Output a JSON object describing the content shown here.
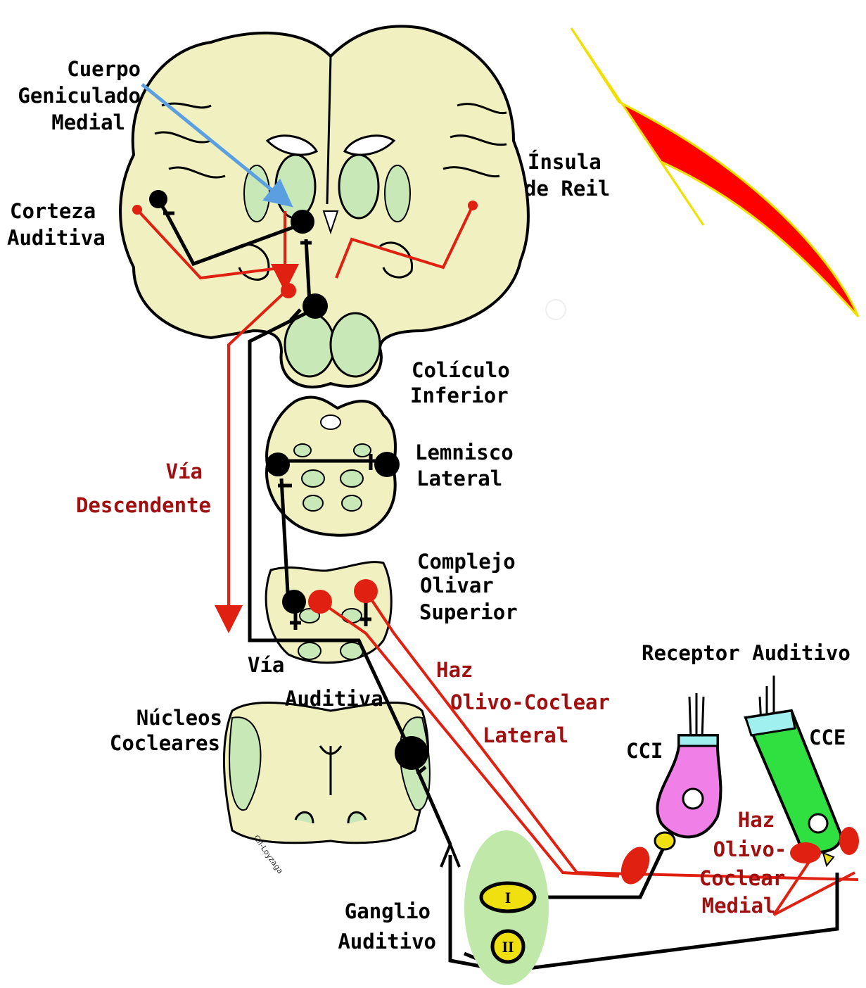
{
  "labels": {
    "cuerpo_geniculado": [
      "Cuerpo",
      "Geniculado",
      "Medial"
    ],
    "corteza_auditiva": [
      "Corteza",
      "Auditiva"
    ],
    "insula": [
      "Ínsula",
      "de Reil"
    ],
    "coliculo": [
      "Colículo",
      "Inferior"
    ],
    "lemnisco": [
      "Lemnisco",
      "Lateral"
    ],
    "via_descendente": [
      "Vía",
      "Descendente"
    ],
    "complejo_olivar": [
      "Complejo",
      "Olivar",
      "Superior"
    ],
    "via_auditiva": [
      "Vía",
      "Auditiva"
    ],
    "haz_lateral": [
      "Haz",
      "Olivo-Coclear",
      "Lateral"
    ],
    "receptor": "Receptor Auditivo",
    "nucleos": [
      "Núcleos",
      "Cocleares"
    ],
    "cci": "CCI",
    "cce": "CCE",
    "haz_medial": [
      "Haz",
      "Olivo-",
      "Coclear",
      "Medial"
    ],
    "ganglio": [
      "Ganglio",
      "Auditivo"
    ],
    "neuron_i": "I",
    "neuron_ii": "II",
    "signature": "Gil-Loyzaga"
  },
  "colors": {
    "tissue": "#f0f0c0",
    "nuclei": "#c8e8b8",
    "ascending": "#000000",
    "descending": "#e02010",
    "descending_text": "#a01010",
    "pointer_arrow": "#5aa0e0",
    "big_arrow": "#ff0000",
    "big_arrow_outline": "#f0e000",
    "cci_body": "#f080e8",
    "cce_body": "#30e040",
    "cilia_cap": "#a0f0f0",
    "synapse": "#f0e010",
    "ganglion_bg": "#c0e8a8"
  }
}
